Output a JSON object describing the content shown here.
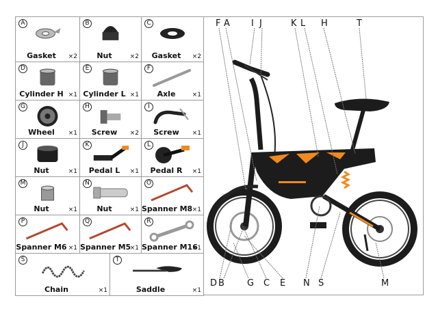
{
  "parts": [
    {
      "letter": "A",
      "name": "Gasket",
      "qty": "×2",
      "icon": "gasket-tab-icon"
    },
    {
      "letter": "B",
      "name": "Nut",
      "qty": "×2",
      "icon": "acorn-nut-icon"
    },
    {
      "letter": "C",
      "name": "Gasket",
      "qty": "×2",
      "icon": "flat-gasket-icon"
    },
    {
      "letter": "D",
      "name": "Cylinder H",
      "qty": "×1",
      "icon": "cylinder-icon"
    },
    {
      "letter": "E",
      "name": "Cylinder L",
      "qty": "×1",
      "icon": "cylinder-icon"
    },
    {
      "letter": "F",
      "name": "Axle",
      "qty": "×1",
      "icon": "axle-icon"
    },
    {
      "letter": "G",
      "name": "Wheel",
      "qty": "×1",
      "icon": "chainwheel-icon"
    },
    {
      "letter": "H",
      "name": "Screw",
      "qty": "×2",
      "icon": "screw-icon"
    },
    {
      "letter": "I",
      "name": "Screw",
      "qty": "×1",
      "icon": "quick-release-icon"
    },
    {
      "letter": "J",
      "name": "Nut",
      "qty": "×1",
      "icon": "knurled-nut-icon"
    },
    {
      "letter": "K",
      "name": "Pedal L",
      "qty": "×1",
      "icon": "pedal-icon"
    },
    {
      "letter": "L",
      "name": "Pedal R",
      "qty": "×1",
      "icon": "pedal-crank-icon"
    },
    {
      "letter": "M",
      "name": "Nut",
      "qty": "×1",
      "icon": "hex-nut-icon"
    },
    {
      "letter": "N",
      "name": "Nut",
      "qty": "×1",
      "icon": "long-nut-icon"
    },
    {
      "letter": "O",
      "name": "Spanner M8",
      "qty": "×1",
      "icon": "allen-key-icon"
    },
    {
      "letter": "P",
      "name": "Spanner M6",
      "qty": "×1",
      "icon": "allen-key-icon"
    },
    {
      "letter": "Q",
      "name": "Spanner M5",
      "qty": "×1",
      "icon": "allen-key-icon"
    },
    {
      "letter": "R",
      "name": "Spanner M16",
      "qty": "×1",
      "icon": "wrench-icon"
    },
    {
      "letter": "S",
      "name": "Chain",
      "qty": "×1",
      "icon": "chain-icon"
    },
    {
      "letter": "T",
      "name": "Saddle",
      "qty": "×1",
      "icon": "saddle-icon"
    }
  ],
  "callouts": {
    "top": [
      "F",
      "A",
      "I",
      "J",
      "K",
      "L",
      "H",
      "T"
    ],
    "bottom": [
      "D",
      "B",
      "G",
      "C",
      "E",
      "N",
      "S",
      "M"
    ]
  },
  "colors": {
    "frame": "#1c1c1c",
    "accent": "#f08a1c",
    "border": "#9a9a9a",
    "metal": "#bfbfbf",
    "rust": "#b5482e"
  }
}
